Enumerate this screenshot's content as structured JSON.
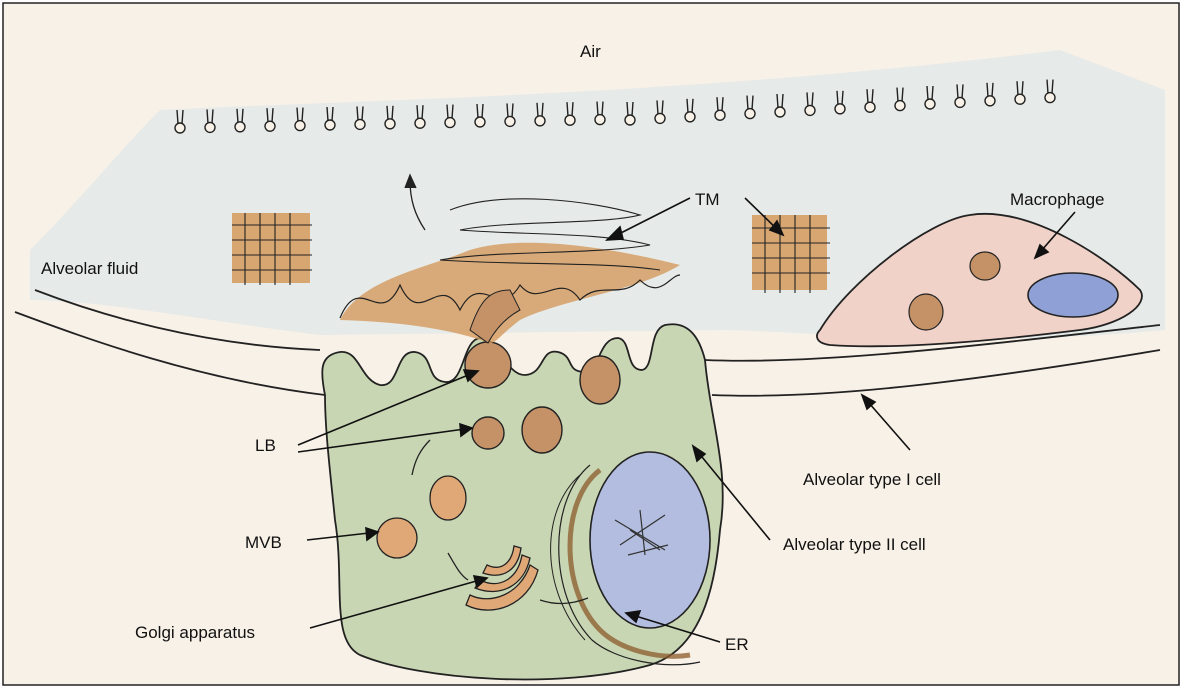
{
  "labels": {
    "air": "Air",
    "alveolar_fluid": "Alveolar fluid",
    "tm": "TM",
    "macrophage": "Macrophage",
    "lb": "LB",
    "mvb": "MVB",
    "golgi": "Golgi apparatus",
    "er": "ER",
    "type1": "Alveolar type I cell",
    "type2": "Alveolar type II cell"
  },
  "colors": {
    "paper": "#f8f1e7",
    "fluid": "#d7e3ea",
    "type2_cell": "#c9d6b3",
    "macrophage": "#f0d2c8",
    "nucleus": "#b3bde0",
    "surfactant": "#d59a5c",
    "ink": "#222222"
  }
}
